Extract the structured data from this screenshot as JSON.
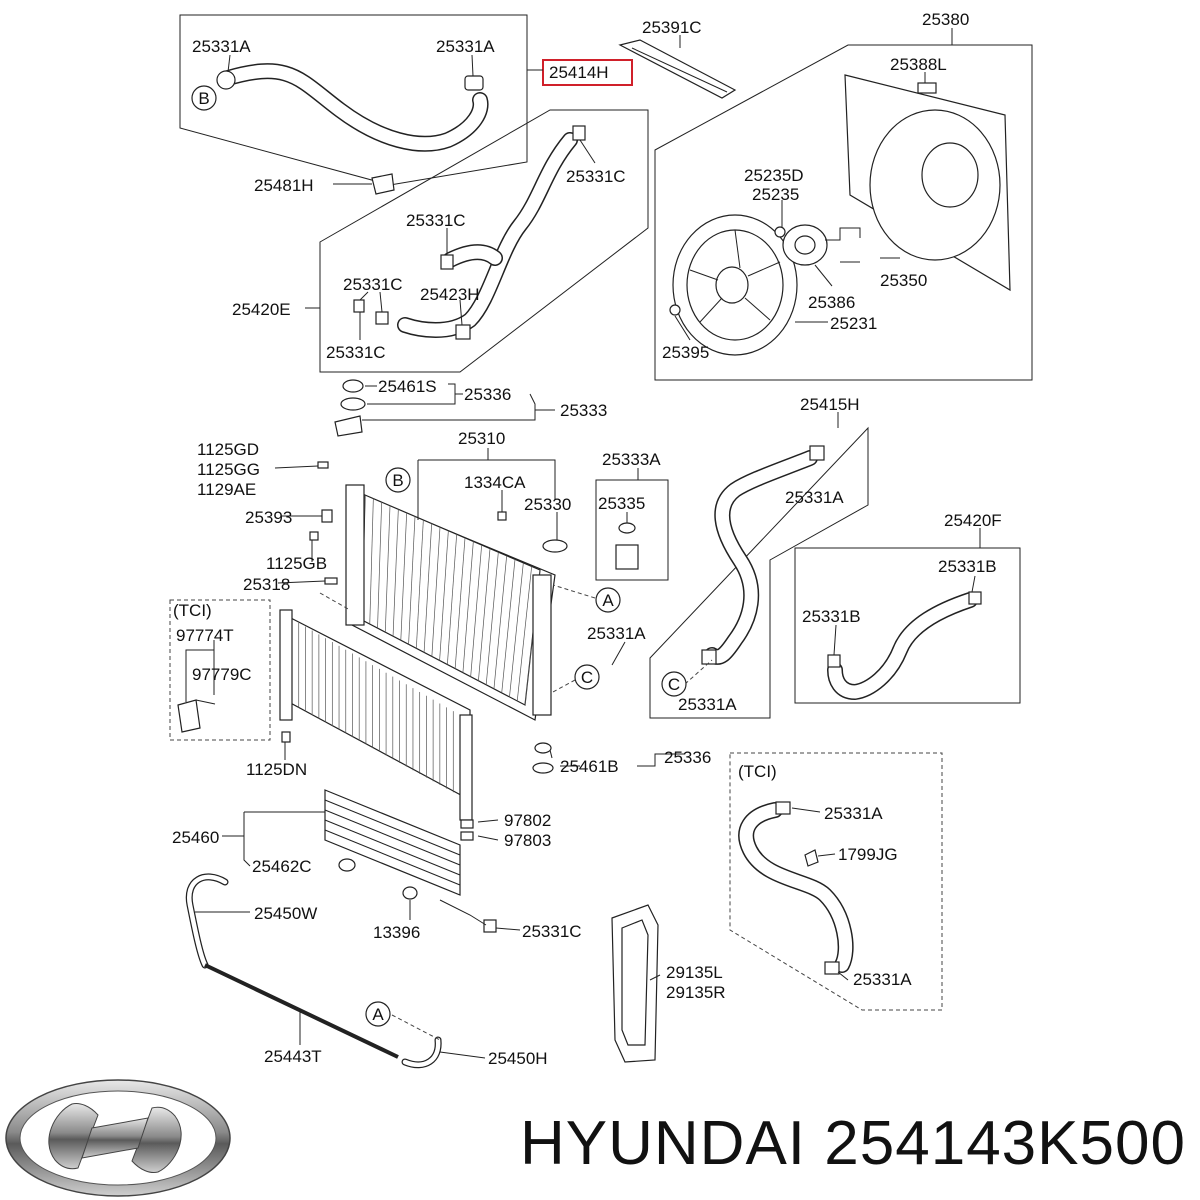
{
  "labels": {
    "l25331A_1": "25331A",
    "l25331A_2": "25331A",
    "l25414H": "25414H",
    "l25391C": "25391C",
    "l25380": "25380",
    "l25388L": "25388L",
    "l25481H": "25481H",
    "l25331C_1": "25331C",
    "l25331C_2": "25331C",
    "l25331C_3": "25331C",
    "l25331C_4": "25331C",
    "l25420E": "25420E",
    "l25423H": "25423H",
    "l25235D": "25235D",
    "l25235": "25235",
    "l25350": "25350",
    "l25386": "25386",
    "l25231": "25231",
    "l25395": "25395",
    "l25461S": "25461S",
    "l25336_1": "25336",
    "l25333": "25333",
    "l25415H": "25415H",
    "l1125GD": "1125GD",
    "l1125GG": "1125GG",
    "l1129AE": "1129AE",
    "l25310": "25310",
    "l25333A": "25333A",
    "l1334CA": "1334CA",
    "l25330": "25330",
    "l25335": "25335",
    "l25331A_3": "25331A",
    "l25393": "25393",
    "l25420F": "25420F",
    "l1125GB": "1125GB",
    "l25331B_1": "25331B",
    "l25318": "25318",
    "l25331B_2": "25331B",
    "lTCI_1": "(TCI)",
    "l97774T": "97774T",
    "l97779C": "97779C",
    "l25331A_4": "25331A",
    "l25331A_5": "25331A",
    "l1125DN": "1125DN",
    "l25461B": "25461B",
    "l25336_2": "25336",
    "lTCI_2": "(TCI)",
    "l97802": "97802",
    "l97803": "97803",
    "l25460": "25460",
    "l25331A_6": "25331A",
    "l25462C": "25462C",
    "l1799JG": "1799JG",
    "l25450W": "25450W",
    "l13396": "13396",
    "l25331C_5": "25331C",
    "l29135L": "29135L",
    "l29135R": "29135R",
    "l25331A_7": "25331A",
    "l25443T": "25443T",
    "l25450H": "25450H"
  },
  "callouts": {
    "A": "A",
    "B": "B",
    "C": "C"
  },
  "footer": {
    "brand": "HYUNDAI",
    "part_number": "254143K500"
  },
  "colors": {
    "highlight": "#d0202a",
    "line": "#222222"
  }
}
